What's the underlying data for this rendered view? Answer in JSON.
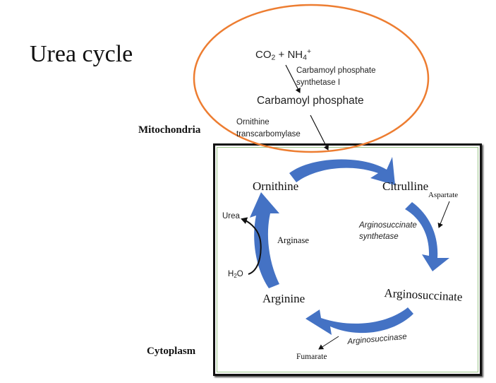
{
  "title": "Urea cycle",
  "compartments": {
    "mitochondria": "Mitochondria",
    "cytoplasm": "Cytoplasm"
  },
  "mitochondrial_steps": {
    "substrate_co2": "CO",
    "substrate_co2_sub": "2",
    "plus": " + NH",
    "nh4_sub": "4",
    "nh4_sup": "+",
    "enzyme_cps_line1": "Carbamoyl phosphate",
    "enzyme_cps_line2": "synthetase I",
    "product": "Carbamoyl phosphate",
    "enzyme_otc_line1": "Ornithine",
    "enzyme_otc_line2": "transcarbomylase"
  },
  "cycle": {
    "metabolites": {
      "ornithine": "Ornithine",
      "citrulline": "Citrulline",
      "arginosuccinate": "Arginosuccinate",
      "arginine": "Arginine"
    },
    "enzymes": {
      "arginosuccinate_synthetase_line1": "Arginosuccinate",
      "arginosuccinate_synthetase_line2": "synthetase",
      "arginosuccinase": "Arginosuccinase",
      "arginase": "Arginase"
    },
    "side_inputs_outputs": {
      "aspartate": "Aspartate",
      "fumarate": "Fumarate",
      "urea": "Urea",
      "water": "H",
      "water_sub": "2",
      "water_tail": "O"
    }
  },
  "colors": {
    "mitochondria_outline": "#ED7D31",
    "cycle_arrow": "#4472C4",
    "box_border": "#111111",
    "box_inner_border": "#9CC58A"
  }
}
